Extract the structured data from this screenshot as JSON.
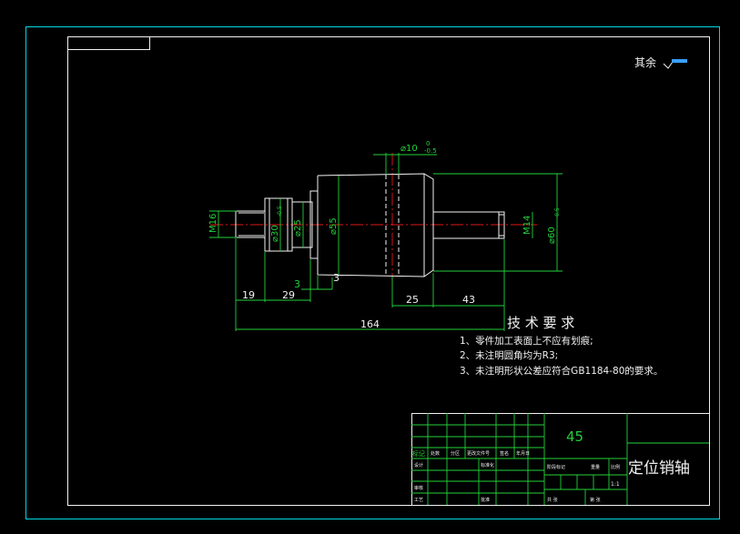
{
  "surface_finish": {
    "label": "其余"
  },
  "dimensions": {
    "hole_dia": "⌀10",
    "hole_tol_upper": "0",
    "hole_tol_lower": "-0.5",
    "thread_left": "M16",
    "dia_30": "⌀30",
    "dia_30_tol": "-0.5",
    "dia_25": "⌀25",
    "dia_55": "⌀55",
    "thread_right": "M14",
    "dia_60": "⌀60",
    "dia_60_tol": "-0.5",
    "len_3a": "3",
    "len_3b": "3",
    "len_19": "19",
    "len_29": "29",
    "len_25": "25",
    "len_43": "43",
    "len_total": "164"
  },
  "requirements": {
    "title": "技 术 要 求",
    "items": [
      "1、零件加工表面上不应有划痕;",
      "2、未注明圆角均为R3;",
      "3、未注明形状公差应符合GB1184-80的要求。"
    ]
  },
  "title_block": {
    "material": "45",
    "part_name": "定位销轴",
    "scale": "1:1",
    "label_mark": "标记",
    "label_count": "处数",
    "label_zone": "分区",
    "label_change_doc": "更改文件号",
    "label_signature": "签名",
    "label_date": "年月日",
    "label_design": "设计",
    "label_standardize": "标准化",
    "label_review": "审核",
    "label_process": "工艺",
    "label_approve": "批准",
    "label_stage": "阶段标记",
    "label_weight": "重量",
    "label_scale": "比例",
    "label_sheets": "共 张",
    "label_sheet": "第 张"
  }
}
